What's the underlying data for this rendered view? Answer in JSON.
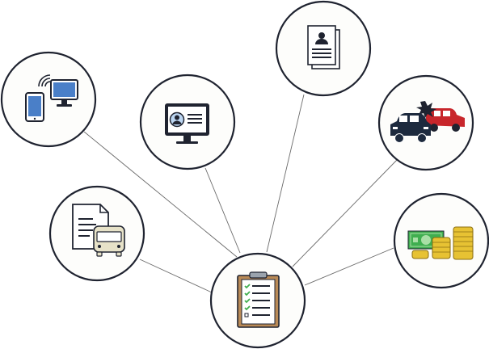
{
  "diagram": {
    "hub": {
      "icon": "clipboard-checklist-icon"
    },
    "nodes": [
      {
        "id": "devices",
        "icon": "tablet-monitor-wifi-icon"
      },
      {
        "id": "video-call",
        "icon": "monitor-video-profile-icon"
      },
      {
        "id": "document-profile",
        "icon": "profile-document-icon"
      },
      {
        "id": "car-accident",
        "icon": "car-collision-icon"
      },
      {
        "id": "transport-document",
        "icon": "document-bus-icon"
      },
      {
        "id": "money",
        "icon": "cash-coins-icon"
      }
    ]
  },
  "colors": {
    "circle_fill": "#fdfdfb",
    "circle_stroke": "#1f2330",
    "link": "#6b6b6b",
    "monitor_blue": "#4a7fc8",
    "car_dark": "#1d2a3e",
    "car_red": "#c8262b",
    "money_green": "#3fae4f",
    "coin_gold": "#e7c233",
    "clipboard_brown": "#b98a56",
    "bus_beige": "#e7e2c8"
  }
}
